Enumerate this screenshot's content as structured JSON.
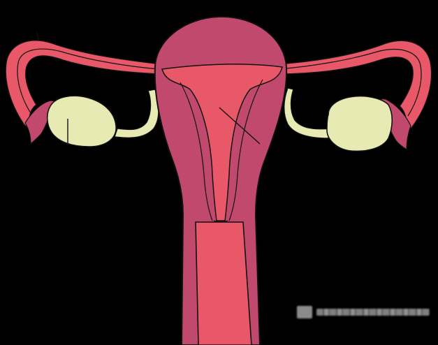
{
  "diagram": {
    "colors": {
      "background": "#000000",
      "outer_wall": "#C2496E",
      "inner_cavity": "#E85868",
      "fallopian_tube": "#E85868",
      "tube_edge": "#C2496E",
      "ovary": "#E8EAB4",
      "ovarian_ligament": "#E8EAB4",
      "outline": "#111111"
    },
    "structures": [
      {
        "name": "uterus-fundus",
        "icon": "uterus-shape"
      },
      {
        "name": "uterine-cavity",
        "icon": "cavity-shape"
      },
      {
        "name": "cervix",
        "icon": "cervix-shape"
      },
      {
        "name": "vagina",
        "icon": "canal-shape"
      },
      {
        "name": "left-fallopian-tube",
        "icon": "tube-shape"
      },
      {
        "name": "right-fallopian-tube",
        "icon": "tube-shape"
      },
      {
        "name": "left-ovary",
        "icon": "ovary-shape"
      },
      {
        "name": "right-ovary",
        "icon": "ovary-shape"
      }
    ],
    "label_texts": []
  },
  "watermark": {
    "icon": "watermark-logo-icon",
    "text": ""
  }
}
